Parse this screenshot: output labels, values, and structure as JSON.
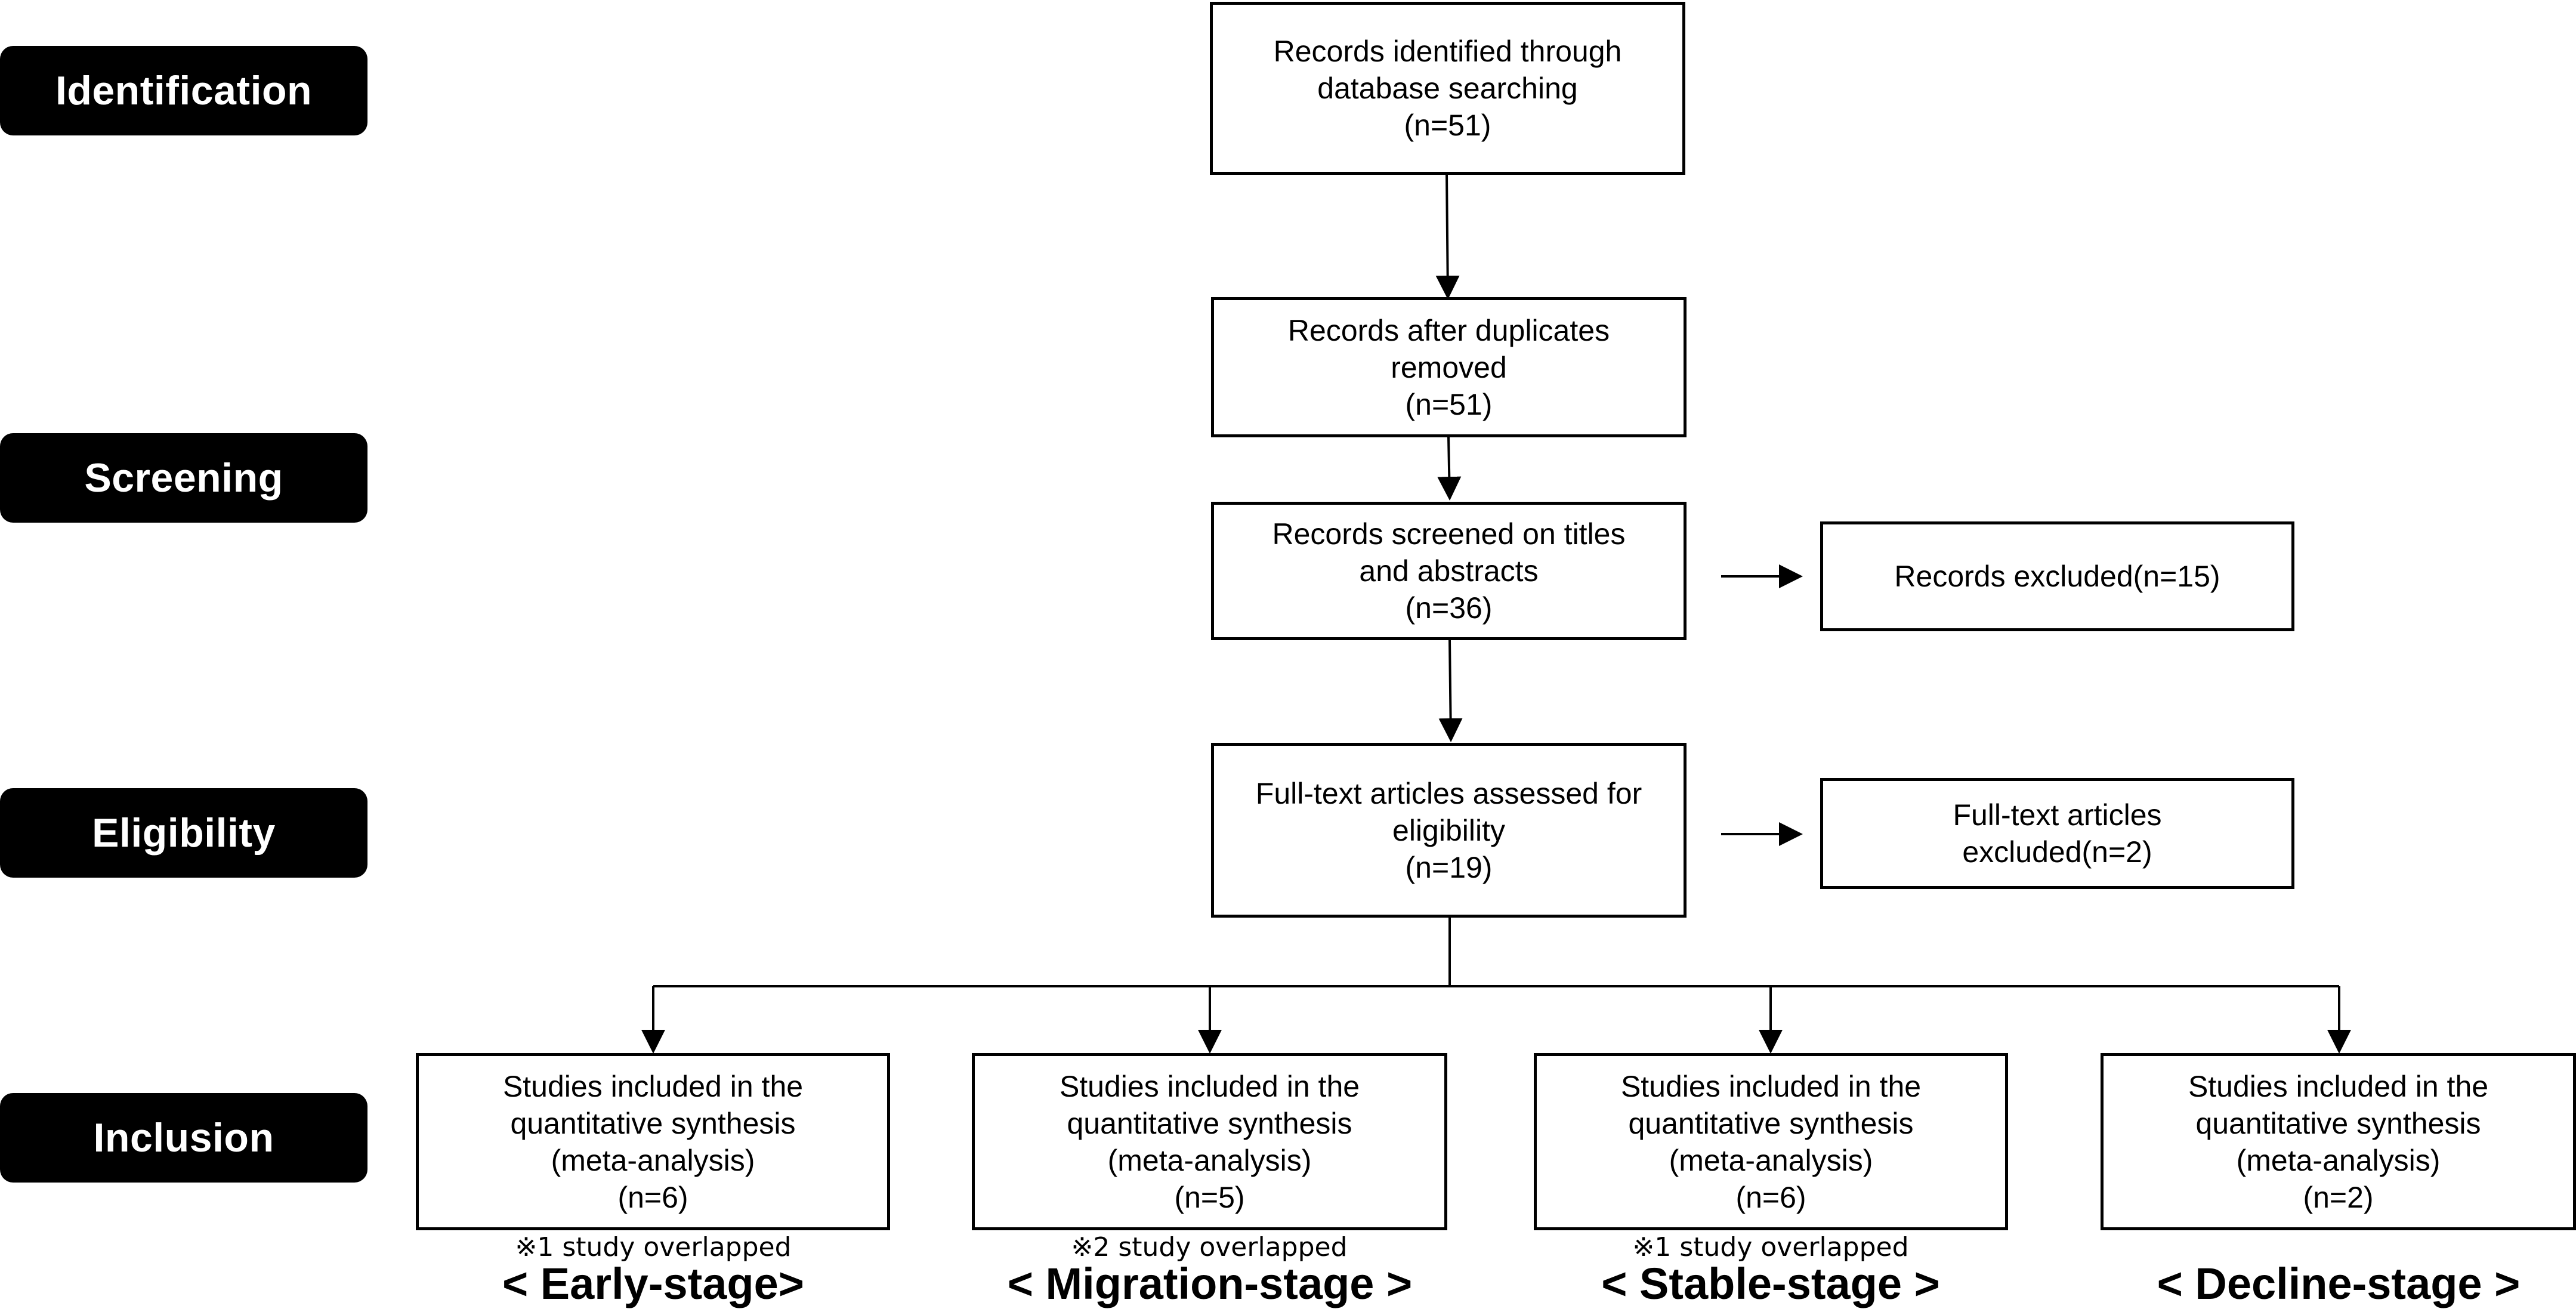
{
  "phases": {
    "identification": "Identification",
    "screening": "Screening",
    "eligibility": "Eligibility",
    "inclusion": "Inclusion"
  },
  "boxes": {
    "identified": {
      "line1": "Records identified through",
      "line2": "database searching",
      "n": "(n=51)"
    },
    "deduplicated": {
      "line1": "Records after duplicates",
      "line2": "removed",
      "n": "(n=51)"
    },
    "screened": {
      "line1": "Records screened on titles",
      "line2": "and abstracts",
      "n": "(n=36)"
    },
    "excluded_records": {
      "text": "Records excluded(n=15)"
    },
    "fulltext": {
      "line1": "Full-text articles assessed for",
      "line2": "eligibility",
      "n": "(n=19)"
    },
    "excluded_fulltext": {
      "line1": "Full-text articles",
      "line2": "excluded(n=2)"
    }
  },
  "included": [
    {
      "line1": "Studies included in the",
      "line2": "quantitative synthesis",
      "line3": "(meta-analysis)",
      "n": "(n=6)",
      "note": "※1 study overlapped",
      "stage": "< Early-stage>"
    },
    {
      "line1": "Studies included in the",
      "line2": "quantitative synthesis",
      "line3": "(meta-analysis)",
      "n": "(n=5)",
      "note": "※2 study overlapped",
      "stage": "< Migration-stage >"
    },
    {
      "line1": "Studies included in the",
      "line2": "quantitative synthesis",
      "line3": "(meta-analysis)",
      "n": "(n=6)",
      "note": "※1 study overlapped",
      "stage": "< Stable-stage >"
    },
    {
      "line1": "Studies included in the",
      "line2": "quantitative synthesis",
      "line3": "(meta-analysis)",
      "n": "(n=2)",
      "note": "",
      "stage": "< Decline-stage >"
    }
  ]
}
